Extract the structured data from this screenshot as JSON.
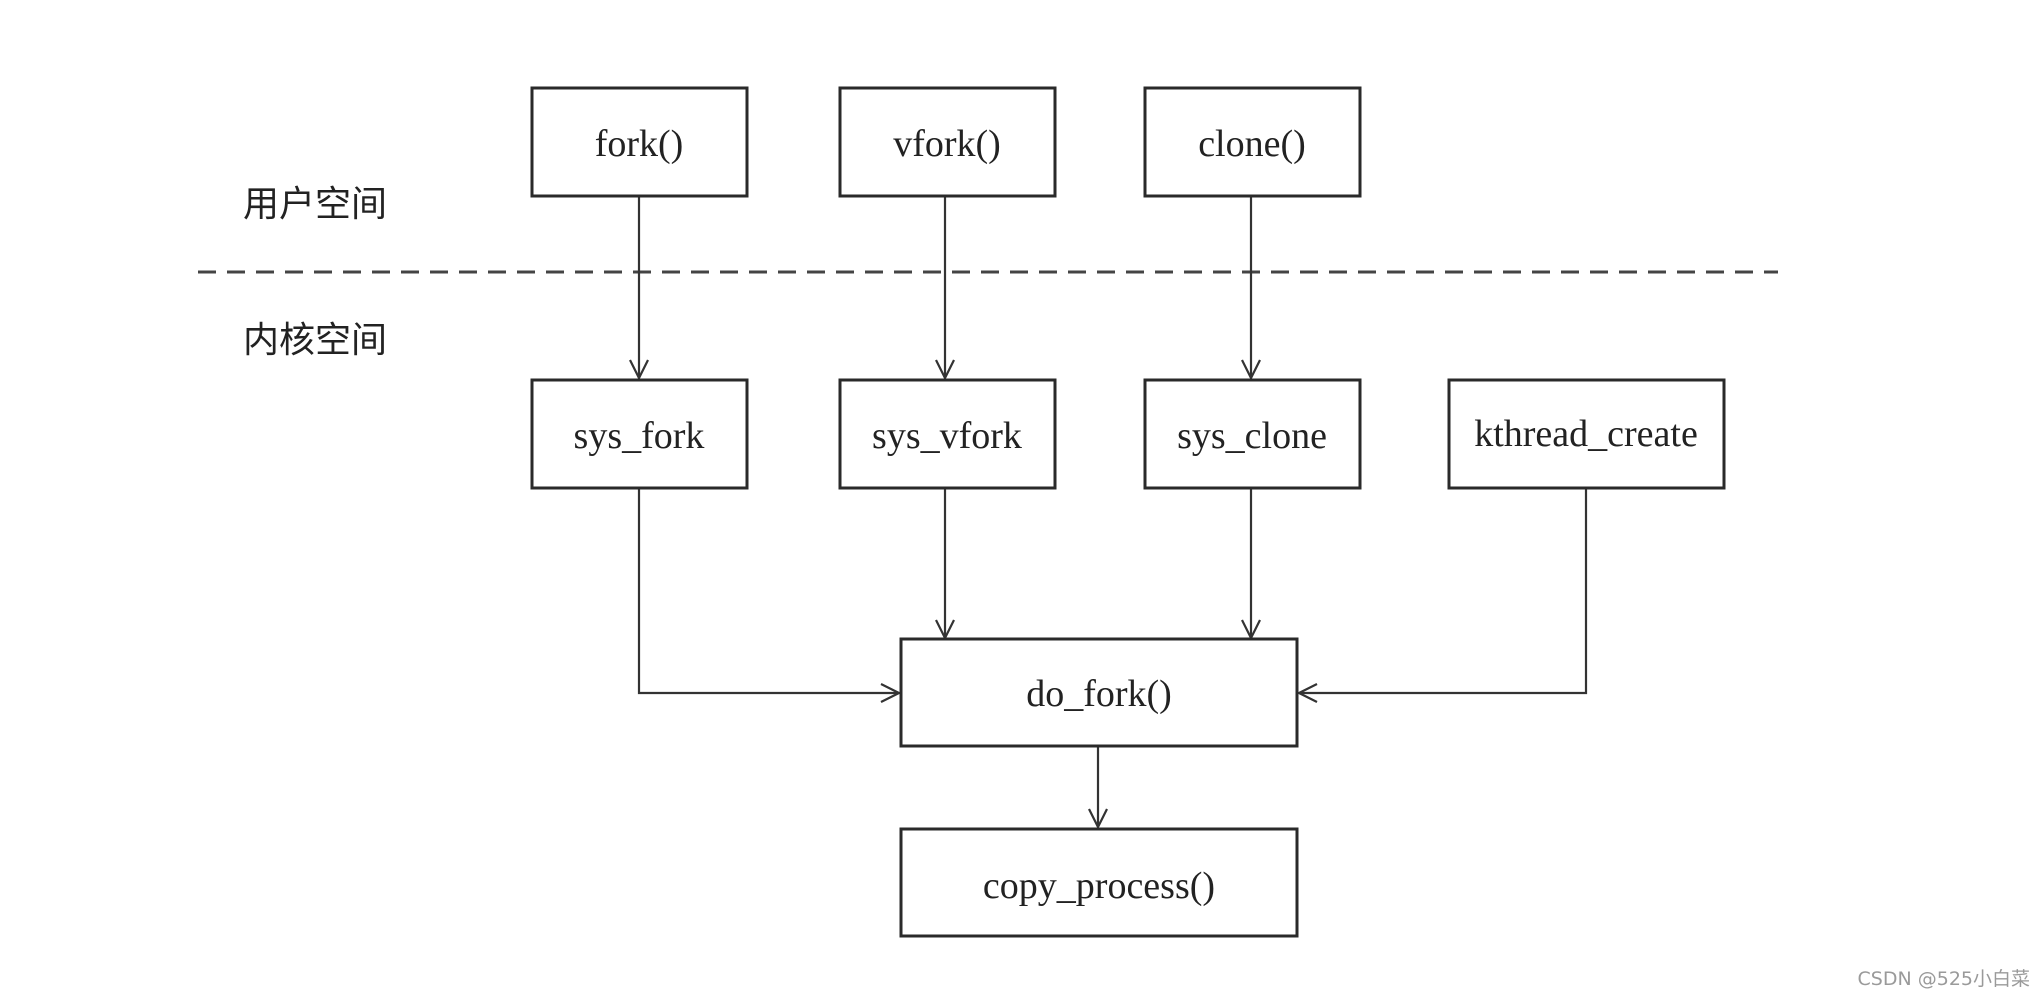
{
  "regions": {
    "user_space": "用户空间",
    "kernel_space": "内核空间"
  },
  "nodes": {
    "fork": "fork()",
    "vfork": "vfork()",
    "clone": "clone()",
    "sys_fork": "sys_fork",
    "sys_vfork": "sys_vfork",
    "sys_clone": "sys_clone",
    "kthread_create": "kthread_create",
    "do_fork": "do_fork()",
    "copy_process": "copy_process()"
  },
  "edges": [
    [
      "fork",
      "sys_fork"
    ],
    [
      "vfork",
      "sys_vfork"
    ],
    [
      "clone",
      "sys_clone"
    ],
    [
      "sys_fork",
      "do_fork"
    ],
    [
      "sys_vfork",
      "do_fork"
    ],
    [
      "sys_clone",
      "do_fork"
    ],
    [
      "kthread_create",
      "do_fork"
    ],
    [
      "do_fork",
      "copy_process"
    ]
  ],
  "watermark": "CSDN @525小白菜"
}
